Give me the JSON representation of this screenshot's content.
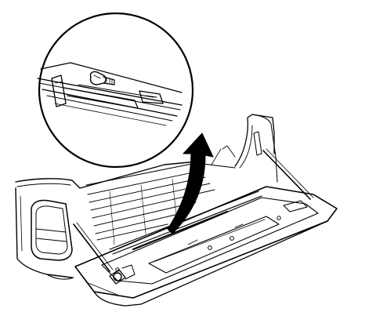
{
  "diagram": {
    "ink_color": "#000000",
    "paper_color": "#ffffff",
    "parts": [
      "detail-callout",
      "bolt",
      "hinge-bracket",
      "callout-arrow",
      "pickup-bed",
      "tailgate",
      "tail-lamp",
      "support-cable-left",
      "support-cable-right"
    ]
  }
}
